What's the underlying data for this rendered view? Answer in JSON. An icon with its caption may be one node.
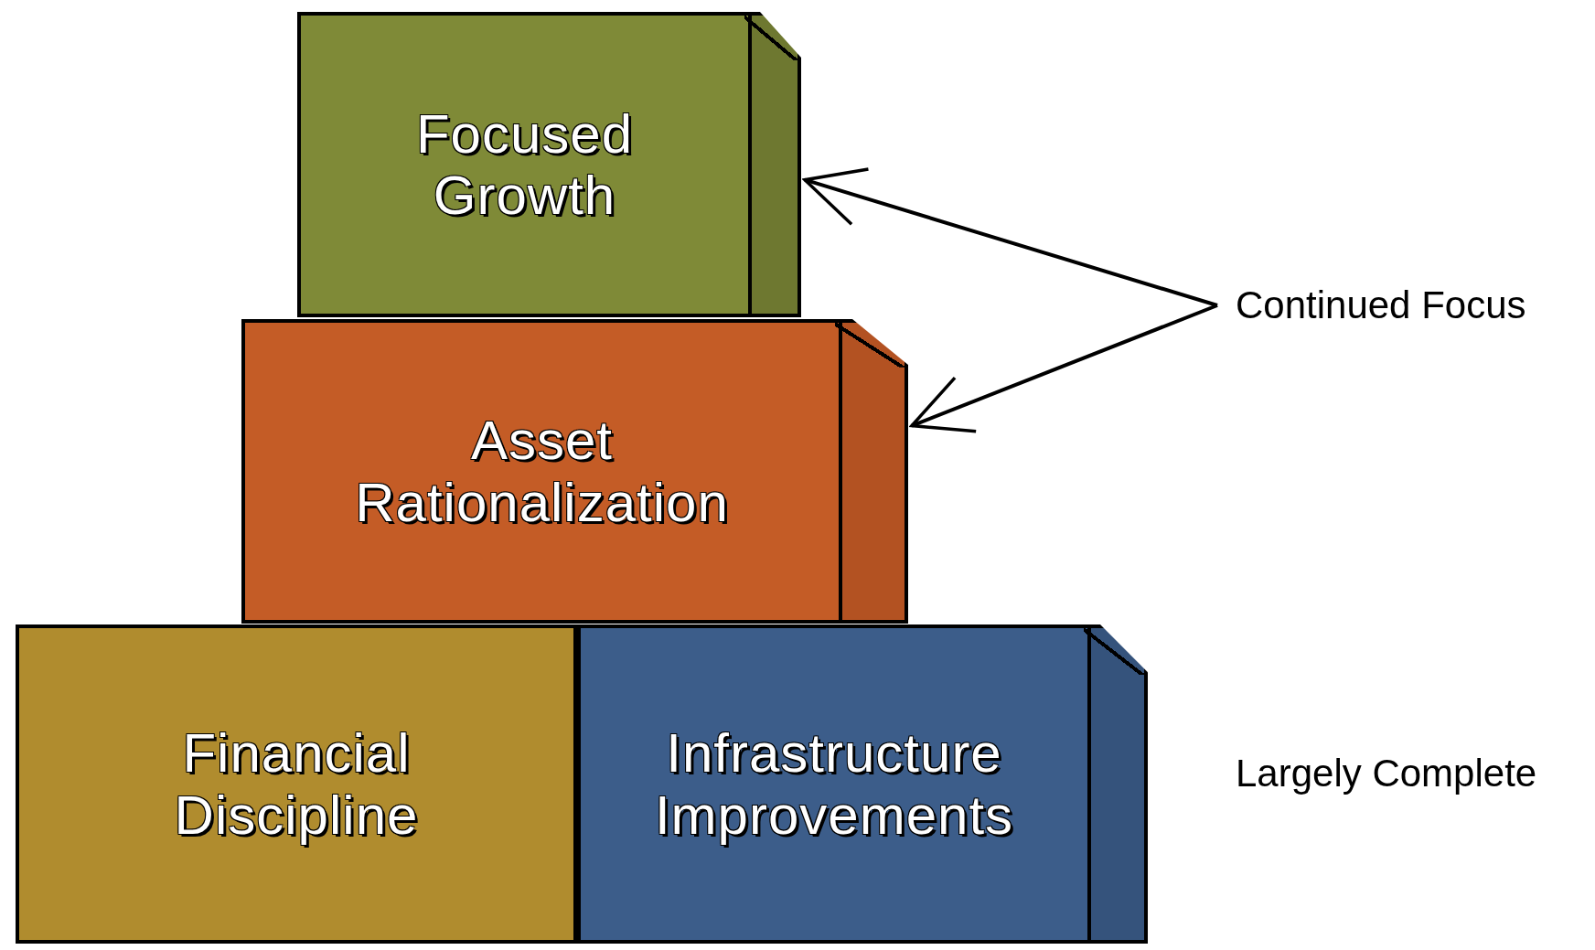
{
  "diagram": {
    "nodes": [
      {
        "text": [
          "Focused Growth"
        ]
      },
      {
        "text": [
          "Asset Rationalization"
        ]
      },
      {
        "text": [
          "Financial Discipline"
        ]
      },
      {
        "text": [
          "Infrastructure Improvements"
        ]
      },
      {
        "text": [
          "Continued Focus"
        ]
      }
    ],
    "edges": [
      {
        "from": 4,
        "to": 0,
        "arrow": "to"
      },
      {
        "from": 4,
        "to": 1,
        "arrow": "to"
      }
    ],
    "labels": [
      "Largely Complete"
    ]
  }
}
